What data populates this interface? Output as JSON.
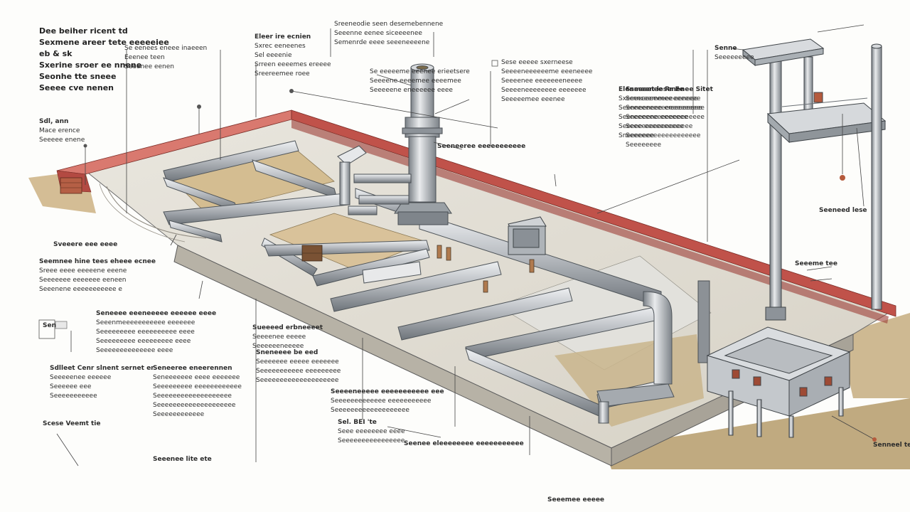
{
  "diagram": {
    "title": "Dee beiher ricent td",
    "callouts": [
      {
        "id": "c1",
        "heading": "Dee beiher ricent td",
        "lines": [
          "Sexmene areer tete eeeeeiee",
          "eb & sk",
          "Sxerine sroer ee nnene",
          "Seonhe tte sneee",
          "Seeee cve nenen"
        ]
      },
      {
        "id": "c2",
        "heading": "",
        "lines": [
          "Se eenees eneee inaeeen",
          "Eeenee teen",
          "Seeenee eenen"
        ]
      },
      {
        "id": "c3",
        "heading": "Eleer ire ecnien",
        "lines": [
          "Sxrec eeneenes",
          "Sel eeeenie",
          "Srreen eeeemes ereeee",
          "Sreereemee roee"
        ]
      },
      {
        "id": "c4",
        "heading": "",
        "lines": [
          "Sreeneodie seen desemebennene",
          "Seeenne eenee siceeeenee",
          "Semenrde eeee seeeneeeene"
        ]
      },
      {
        "id": "c5",
        "heading": "",
        "lines": [
          "Se eeeeeme eeenee erieetsere",
          "Seeeene eeeemee eeeemee",
          "Seeeeene eneeeeee eeee"
        ]
      },
      {
        "id": "c6",
        "heading": "",
        "lines": [
          "Sese eeeee sxerneese",
          "Seeeeneeeeeeme eeeneeee",
          "Seeeenee eeeeeeeneeee",
          "Seeeeneeeeeeee eeeeeee",
          "Seeeeemee eeenee"
        ]
      },
      {
        "id": "c7",
        "heading": "Elenmeenee Rr Ee",
        "lines": [
          "Sxemnceemmee eeneee",
          "Seenneeneee ereeeeeeee",
          "Seeneeeene eeeeeee",
          "Seeeee eeeeeeeeee",
          "Sneeeeeee"
        ]
      },
      {
        "id": "c8",
        "heading": "Sdl, ann",
        "lines": [
          "Mace erence",
          "Seeeee enene"
        ]
      },
      {
        "id": "c9",
        "heading": "Sveeere eee eeee",
        "lines": []
      },
      {
        "id": "c10",
        "heading": "Seemnee hine tees eheee ecnee",
        "lines": [
          "Sreee eeee eeeeene eeene",
          "Seeeeeee eeeeeee eeneen",
          "Seeenene eeeeeeeeeee e"
        ]
      },
      {
        "id": "c11",
        "heading": "Seneeee eeeneeeee eeeeee eeee",
        "lines": [
          "Seeenmeeeeeeeeeee eeeeeee",
          "Seeeeeeeee eeeeeeeeee eeee",
          "Seeeeeeeee eeeeeeeee eeee",
          "Seeeeeeeeeeeeee eeee"
        ]
      },
      {
        "id": "c12",
        "heading": "Sueeeed erbneeeet",
        "lines": [
          "Seeeenee eeeee",
          "Seeeeeeneeeee"
        ]
      },
      {
        "id": "c13",
        "heading": "Sneneeee be eed",
        "lines": [
          "Seeeeeee eeeee eeeeeee",
          "Seeeeeeeeeee eeeeeeeee",
          "Seeeeeeeeeeeeeeeeeeee"
        ]
      },
      {
        "id": "c14",
        "heading": "Seneeree eneerennen",
        "lines": [
          "Seneeeeeee eeee eeeeeee",
          "Seeeeeeeee eeeeeeeeeeee",
          "Seeeeeeeeeeeeeeeeeee",
          "Seeeeeeeeeeeeeeeeeeee",
          "Seeeeeeeeeeee"
        ]
      },
      {
        "id": "c15",
        "heading": "Sdlleet Cenr slnent sernet er",
        "lines": [
          "Seeeeenee eeeeee",
          "Seeeeee eee",
          "Seeeeeeeeeee"
        ]
      },
      {
        "id": "c16",
        "heading": "Seeeeneeeee eeeeeeeeeee eee",
        "lines": [
          "Seeeeeeeeeeeee eeeeeeeeeee",
          "Seeeeeeeeeeeeeeeeeee"
        ]
      },
      {
        "id": "c17",
        "heading": "Scese Veemt tie",
        "lines": []
      },
      {
        "id": "c18",
        "heading": "Seeenee lite ete",
        "lines": []
      },
      {
        "id": "c19",
        "heading": "Sel. BEI 'te",
        "lines": [
          "Seee eeeeeeee eeee",
          "Seeeeeeeeeeeeeeee"
        ]
      },
      {
        "id": "c20",
        "heading": "Seenee eleeeeeeee eeeeeeeeeee",
        "lines": []
      },
      {
        "id": "c21",
        "heading": "Senne",
        "lines": [
          "Seeeeeeeee"
        ]
      },
      {
        "id": "c22",
        "heading": "Seeneed lese",
        "lines": []
      },
      {
        "id": "c23",
        "heading": "Senneel tee",
        "lines": []
      },
      {
        "id": "c24",
        "heading": "Sseeeet lesenenee Sitet",
        "lines": [
          "Seeeeeeeeeeeeeeeeee",
          "Seeeeeeeeeeeeeeeeeee",
          "Seeeeeeeeeeeeeeeeeee",
          "Seeeeeeeeeeeeeeee",
          "Seeeeeeeeeeeeeeeeee",
          "Seeeeeeee"
        ]
      },
      {
        "id": "c25",
        "heading": "Seeneeree eeeeeeeeeee",
        "lines": []
      },
      {
        "id": "c26",
        "heading": "Seeemee eeeee",
        "lines": []
      },
      {
        "id": "c27",
        "heading": "Seeeme tee",
        "lines": []
      },
      {
        "id": "c28",
        "heading": "Sen",
        "lines": []
      }
    ],
    "colors": {
      "parapet": "#c0524a",
      "parapet_top": "#d9796f",
      "slab": "#e7e3da",
      "sand": "#cfb78c",
      "steel": "#b4b8bd",
      "steel_dark": "#7d8389",
      "steel_light": "#e4e6e8",
      "ink": "#3a3a3a",
      "ground": "#b59b6a"
    }
  }
}
